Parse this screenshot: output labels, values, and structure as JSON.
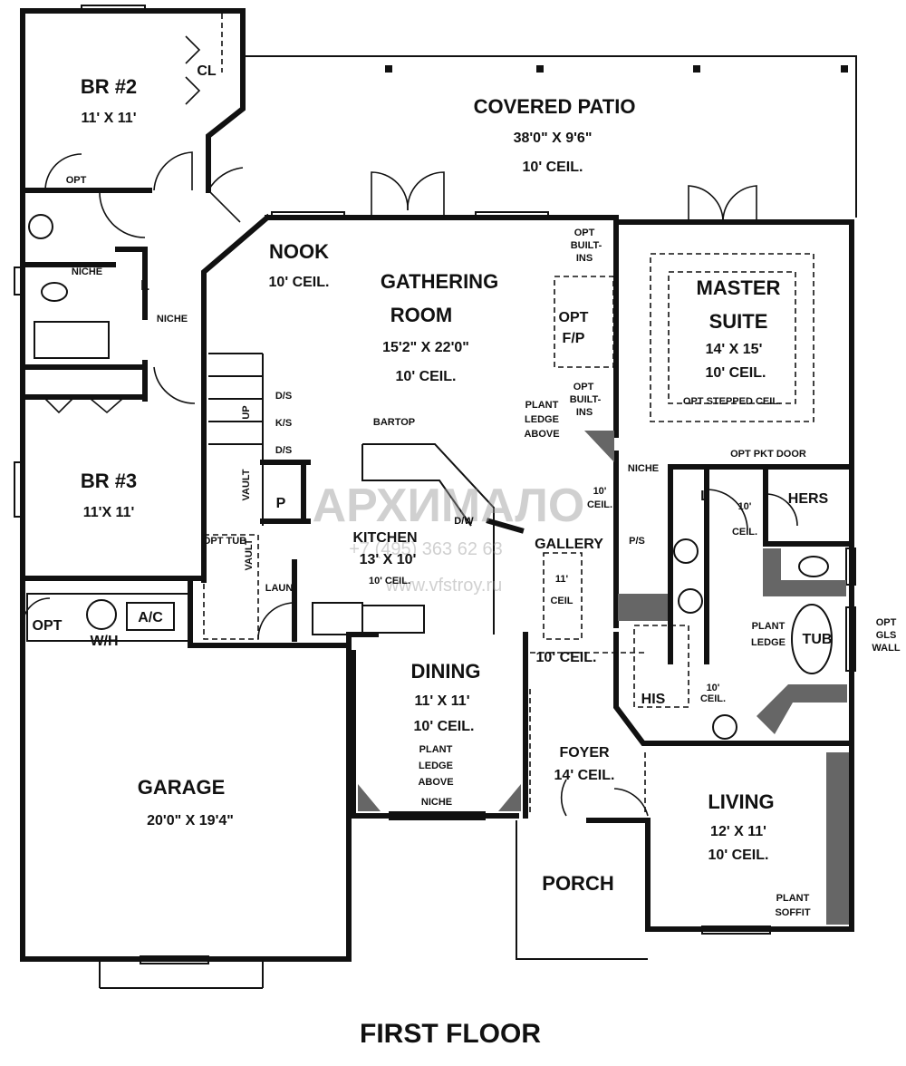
{
  "title": "FIRST FLOOR",
  "rooms": {
    "br2": {
      "name": "BR #2",
      "size": "11' X 11'"
    },
    "closet": "CL",
    "patio": {
      "name": "COVERED PATIO",
      "size": "38'0\" X 9'6\"",
      "ceil": "10' CEIL."
    },
    "nook": {
      "name": "NOOK",
      "ceil": "10' CEIL."
    },
    "gathering": {
      "name1": "GATHERING",
      "name2": "ROOM",
      "size": "15'2\" X 22'0\"",
      "ceil": "10' CEIL."
    },
    "master": {
      "name1": "MASTER",
      "name2": "SUITE",
      "size": "14' X 15'",
      "ceil": "10' CEIL.",
      "note": "OPT STEPPED CEIL."
    },
    "br3": {
      "name": "BR #3",
      "size": "11'X 11'"
    },
    "kitchen": {
      "name": "KITCHEN",
      "size": "13' X 10'",
      "ceil": "10' CEIL."
    },
    "gallery": {
      "name": "GALLERY",
      "ceil_a": "11'",
      "ceil_b": "CEIL",
      "ceil": "10' CEIL."
    },
    "hers": "HERS",
    "his": "HIS",
    "tub": "TUB",
    "laun": "LAUN",
    "dining": {
      "name": "DINING",
      "size": "11' X 11'",
      "ceil": "10' CEIL."
    },
    "foyer": {
      "name": "FOYER",
      "ceil": "14' CEIL."
    },
    "garage": {
      "name": "GARAGE",
      "size": "20'0\" X 19'4\""
    },
    "living": {
      "name": "LIVING",
      "size": "12' X 11'",
      "ceil": "10' CEIL."
    },
    "porch": "PORCH"
  },
  "notes": {
    "opt": "OPT",
    "niche": "NICHE",
    "l": "L",
    "p": "P",
    "up": "UP",
    "vault": "VAULT",
    "ds": "D/S",
    "ks": "K/S",
    "dw": "D/W",
    "bartop": "BARTOP",
    "ps": "P/S",
    "opt_tub": "OPT TUB",
    "wh": "W/H",
    "ac": "A/C",
    "opt_built": "OPT",
    "builtins1": "BUILT-",
    "builtins2": "INS",
    "opt_fp1": "OPT",
    "opt_fp2": "F/P",
    "plant": "PLANT",
    "ledge": "LEDGE",
    "above": "ABOVE",
    "soffit": "SOFFIT",
    "opt_pkt_door": "OPT PKT DOOR",
    "ten": "10'",
    "ceil": "CEIL.",
    "gls": "GLS",
    "wall": "WALL"
  },
  "watermark": {
    "logo": "АРХИМАЛО",
    "phone": "+7 (495) 363 62 63",
    "site": "www.vfstroy.ru"
  }
}
